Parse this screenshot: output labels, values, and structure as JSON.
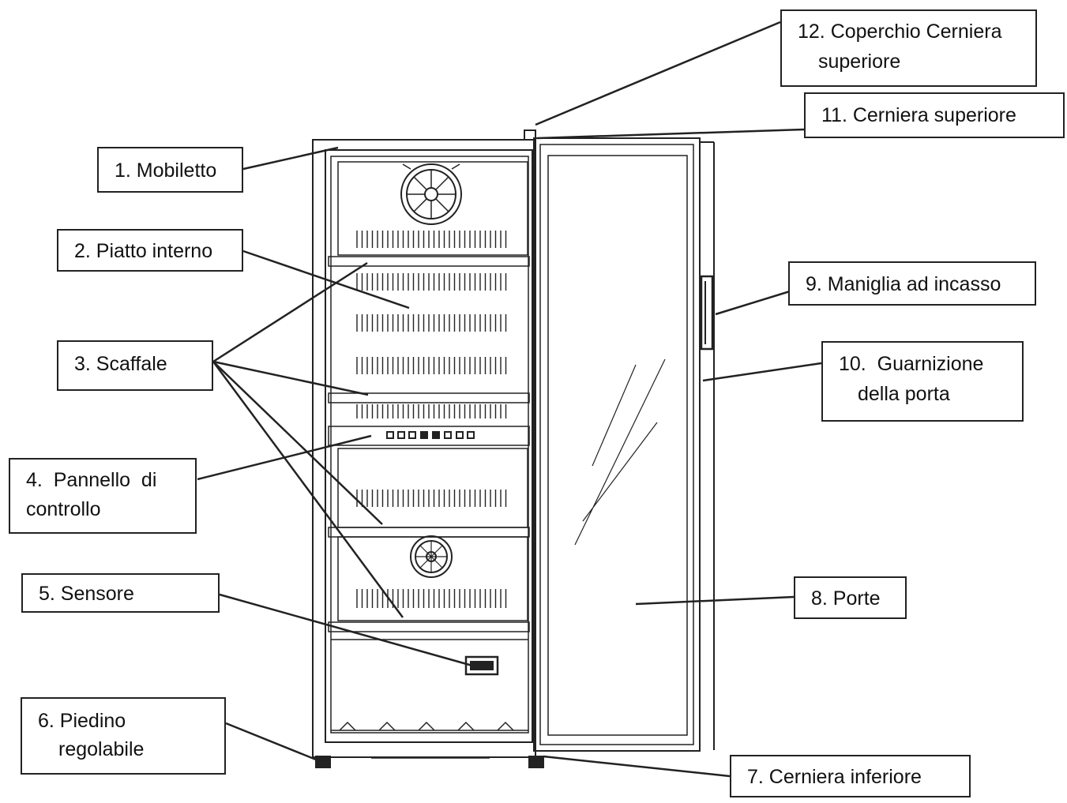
{
  "labels": {
    "mobiletto": "1. Mobiletto",
    "piatto": "2. Piatto interno",
    "scaffale": "3. Scaffale",
    "pannello_1": "4.  Pannello  di",
    "pannello_2": "controllo",
    "sensore": "5. Sensore",
    "piedino_1": "6. Piedino",
    "piedino_2": "regolabile",
    "cerniera_inf": "7. Cerniera inferiore",
    "porte": "8. Porte",
    "maniglia": "9. Maniglia ad incasso",
    "guarnizione_1": "10.  Guarnizione",
    "guarnizione_2": "della porta",
    "cerniera_sup": "11. Cerniera superiore",
    "coperchio_1": "12. Coperchio Cerniera",
    "coperchio_2": "superiore"
  },
  "colors": {
    "line": "#222222",
    "background": "#ffffff"
  }
}
